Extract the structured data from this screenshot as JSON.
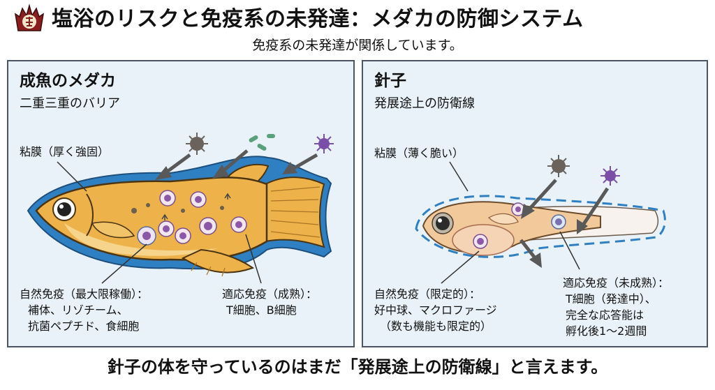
{
  "header": {
    "title": "塩浴のリスクと免疫系の未発達：メダカの防御システム",
    "subtitle": "免疫系の未発達が関係しています。"
  },
  "adult": {
    "title": "成魚のメダカ",
    "subtitle": "二重三重のバリア",
    "mucus_label": "粘膜（厚く強固）",
    "innate_label": "自然免疫（最大限稼働）：",
    "innate_items_1": "補体、リゾチーム、",
    "innate_items_2": "抗菌ペプチド、食細胞",
    "adaptive_label": "適応免疫（成熟）：",
    "adaptive_items": "T細胞、B細胞"
  },
  "fry": {
    "title": "針子",
    "subtitle": "発展途上の防衛線",
    "mucus_label": "粘膜（薄く脆い）",
    "innate_label": "自然免疫（限定的）：",
    "innate_items": "好中球、マクロファージ",
    "innate_note": "（数も機能も限定的）",
    "adaptive_label": "適応免疫（未成熟）：",
    "adaptive_items_1": "T細胞（発達中）、",
    "adaptive_items_2": "完全な応答能は",
    "adaptive_items_3": "孵化後1～2週間"
  },
  "footer": {
    "caption": "針子の体を守っているのはまだ「発展途上の防衛線」と言えます。"
  },
  "colors": {
    "mucus": "#2f7fc3",
    "fish_body": "#eeb24a",
    "panel_bg": "#e9f2f8",
    "pathogen_dark": "#6b625c",
    "pathogen_purple": "#7b4fa8"
  }
}
